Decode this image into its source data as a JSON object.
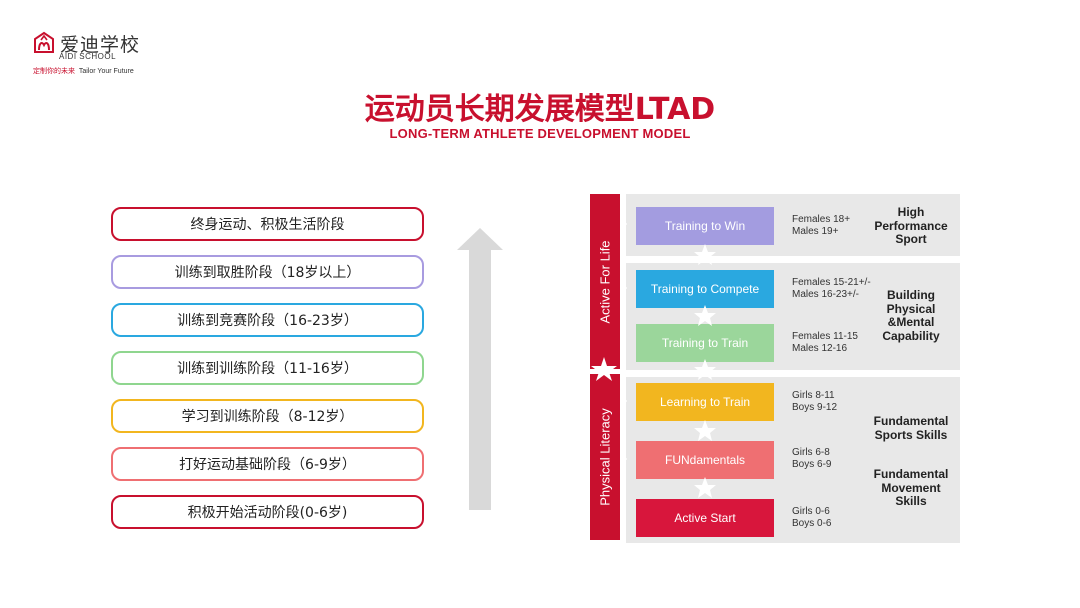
{
  "logo": {
    "cn": "爱迪学校",
    "en": "AIDI SCHOOL",
    "tagline_cn": "定制你的未来",
    "tagline_en": "Tailor Your Future"
  },
  "title": "运动员长期发展模型LTAD",
  "subtitle": "LONG-TERM ATHLETE DEVELOPMENT MODEL",
  "stages": [
    {
      "label": "终身运动、积极生活阶段",
      "color": "#c8102e"
    },
    {
      "label": "训练到取胜阶段（18岁以上）",
      "color": "#a89be0"
    },
    {
      "label": "训练到竞赛阶段（16-23岁）",
      "color": "#2aa8e0"
    },
    {
      "label": "训练到训练阶段（11-16岁）",
      "color": "#8fd68f"
    },
    {
      "label": "学习到训练阶段（8-12岁）",
      "color": "#f2b61f"
    },
    {
      "label": "打好运动基础阶段（6-9岁）",
      "color": "#ef6f72"
    },
    {
      "label": "积极开始活动阶段(0-6岁)",
      "color": "#c8102e"
    }
  ],
  "model": {
    "bars": [
      "Active For Life",
      "Physical Literacy"
    ],
    "steps": [
      {
        "label": "Training to Win",
        "color": "#a39ce0",
        "ages": [
          "Females 18+",
          "Males 19+"
        ]
      },
      {
        "label": "Training to Compete",
        "color": "#2aa8e0",
        "ages": [
          "Females 15-21+/-",
          "Males 16-23+/-"
        ]
      },
      {
        "label": "Training to Train",
        "color": "#9bd69b",
        "ages": [
          "Females 11-15",
          "Males 12-16"
        ]
      },
      {
        "label": "Learning to Train",
        "color": "#f2b61f",
        "ages": [
          "Girls 8-11",
          "Boys 9-12"
        ]
      },
      {
        "label": "FUNdamentals",
        "color": "#ef6f72",
        "ages": [
          "Girls 6-8",
          "Boys 6-9"
        ]
      },
      {
        "label": "Active Start",
        "color": "#d8163c",
        "ages": [
          "Girls 0-6",
          "Boys 0-6"
        ]
      }
    ],
    "categories": [
      [
        "High",
        "Performance",
        "Sport"
      ],
      [
        "Building",
        "Physical",
        "&Mental",
        "Capability"
      ],
      [
        "Fundamental",
        "Sports Skills"
      ],
      [
        "Fundamental",
        "Movement",
        "Skills"
      ]
    ]
  },
  "colors": {
    "accent": "#c8102e",
    "arrow": "#d9d9d9",
    "panel": "#e8e8e8"
  }
}
